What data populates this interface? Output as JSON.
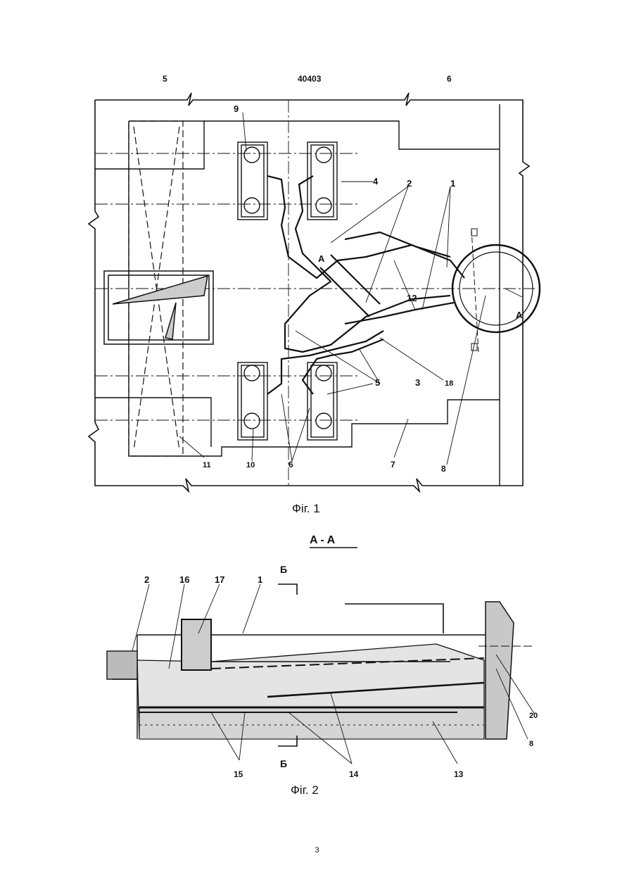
{
  "header": {
    "left_col": "5",
    "doc_number": "40403",
    "right_col": "6"
  },
  "fig1": {
    "caption": "Фіг. 1",
    "labels": {
      "l1": "1",
      "l2": "2",
      "l3": "3",
      "l4": "4",
      "l5": "5",
      "l6": "6",
      "l7": "7",
      "l8": "8",
      "l9": "9",
      "l10": "10",
      "l11": "11",
      "l12": "12",
      "l18": "18",
      "sectA1": "A",
      "sectA2": "A"
    }
  },
  "fig2": {
    "section_title": "A - A",
    "caption": "Фіг. 2",
    "labels": {
      "l2": "2",
      "l16": "16",
      "l17": "17",
      "l1": "1",
      "b_top": "Б",
      "b_bot": "Б",
      "l15": "15",
      "l14": "14",
      "l13": "13",
      "l8": "8",
      "l20": "20"
    }
  },
  "page_number": "3"
}
